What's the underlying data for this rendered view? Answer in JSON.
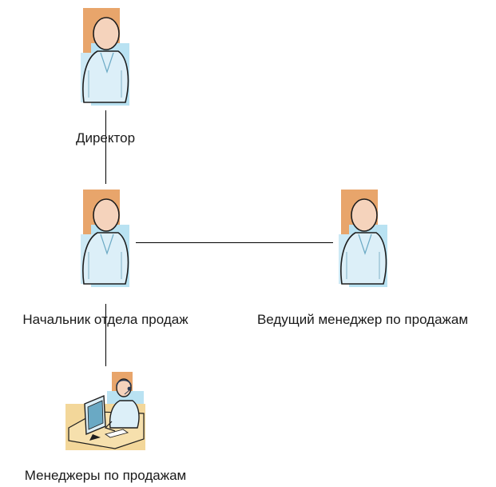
{
  "diagram": {
    "type": "org-chart",
    "nodes": [
      {
        "id": "director",
        "label": "Директор",
        "icon": "person-icon"
      },
      {
        "id": "sales-head",
        "label": "Начальник отдела продаж",
        "icon": "person-icon"
      },
      {
        "id": "lead-manager",
        "label": "Ведущий менеджер по продажам",
        "icon": "person-icon"
      },
      {
        "id": "sales-managers",
        "label": "Менеджеры по продажам",
        "icon": "operator-at-computer-icon"
      }
    ],
    "edges": [
      {
        "from": "director",
        "to": "sales-head"
      },
      {
        "from": "sales-head",
        "to": "lead-manager"
      },
      {
        "from": "sales-head",
        "to": "sales-managers"
      }
    ]
  },
  "colors": {
    "icon_backdrop_orange": "#e8a56b",
    "icon_backdrop_blue": "#b9e2f2",
    "skin": "#f5d3bc",
    "shirt": "#dceff8",
    "desk": "#f3d79a",
    "outline": "#1e1e1e",
    "connector": "#000000"
  }
}
